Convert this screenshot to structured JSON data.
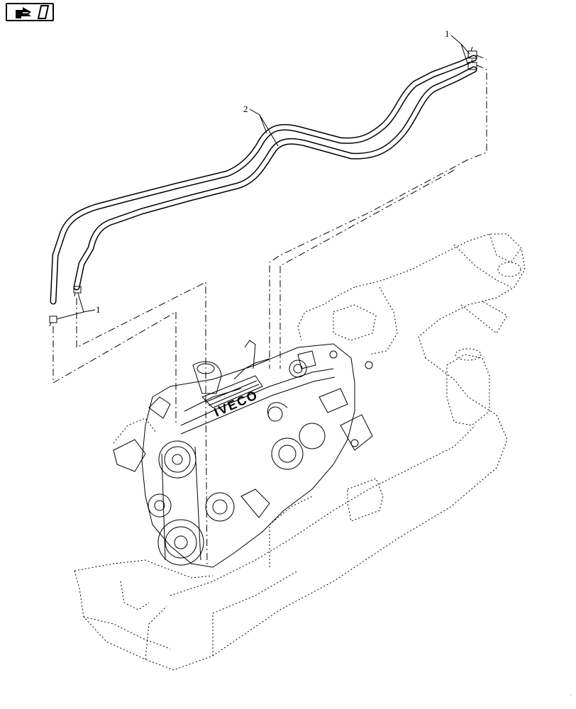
{
  "header": {
    "nav_icon": "back-arrow-icon"
  },
  "callouts": {
    "clamp_top": "1",
    "hose": "2",
    "clamp_bottom": "1"
  },
  "engine": {
    "brand_text": "IVECO"
  },
  "footer": {
    "mark": "`"
  },
  "colors": {
    "line": "#000000",
    "background": "#ffffff"
  }
}
